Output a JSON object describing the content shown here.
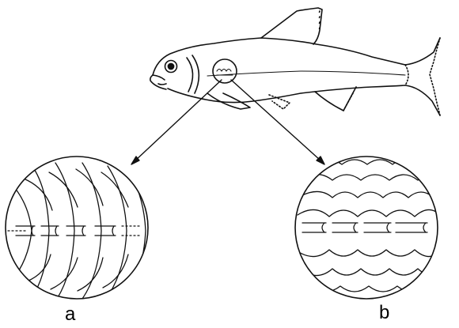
{
  "figure": {
    "panels": [
      {
        "id": "a",
        "label": "a"
      },
      {
        "id": "b",
        "label": "b"
      }
    ],
    "colors": {
      "ink": "#111111",
      "background": "#ffffff"
    }
  }
}
